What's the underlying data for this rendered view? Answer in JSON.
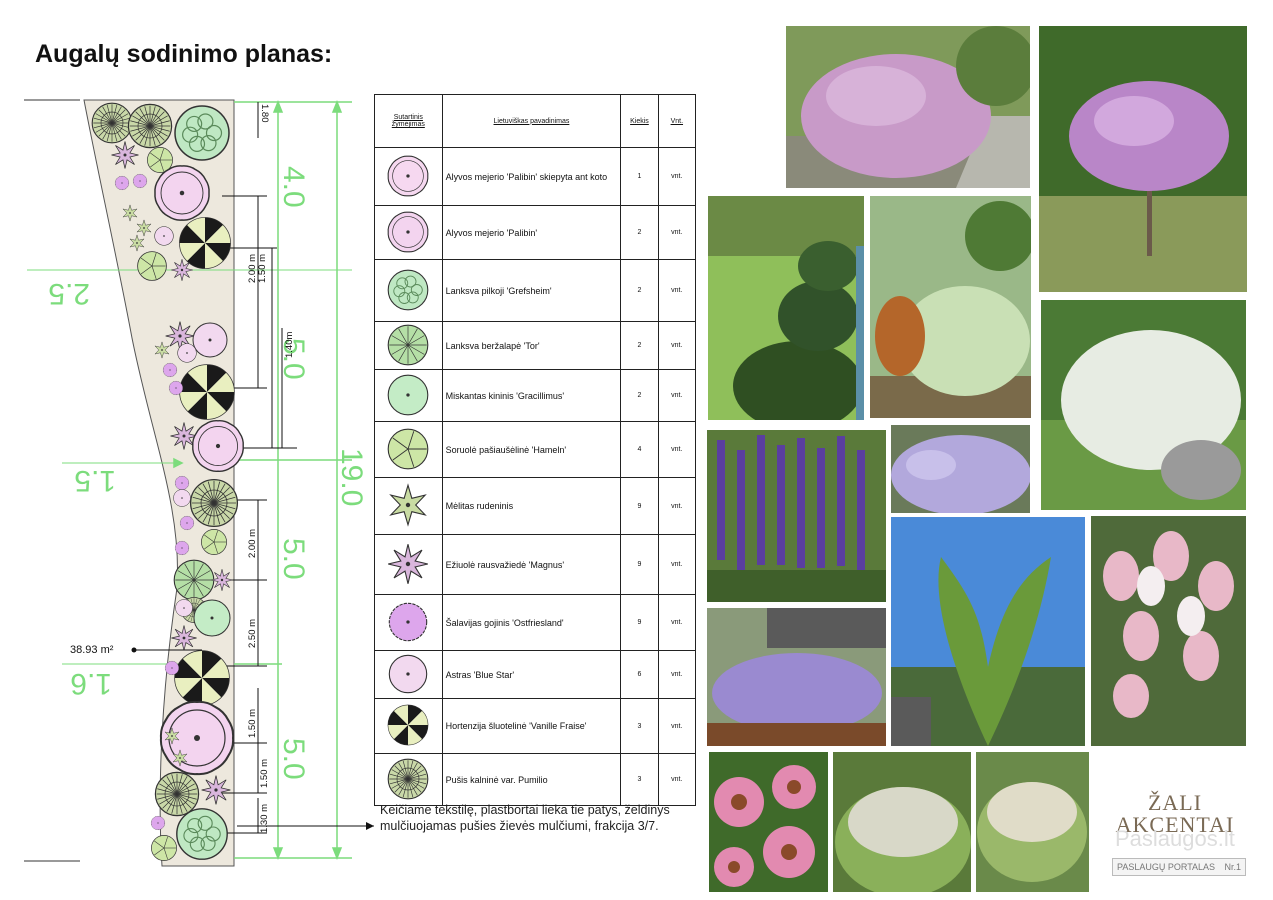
{
  "title": "Augalų sodinimo planas:",
  "plan": {
    "dims_vertical": [
      "4.0",
      "5.0",
      "5.0",
      "5.0",
      "19.0"
    ],
    "dims_horizontal": [
      "2.5",
      "1.5",
      "1.6"
    ],
    "small_dims": [
      "1.80",
      "2.00 m",
      "1.50 m",
      "1.40m",
      "2.00 m",
      "2.50 m",
      "1.50 m",
      "1.50 m",
      "1.30 m"
    ],
    "area": "38.93 m²"
  },
  "legend": {
    "headers": {
      "symbol": "Sutartinis žymėjimas",
      "name": "Lietuviškas pavadinimas",
      "qty": "Kiekis",
      "unit": "Vnt."
    },
    "rows": [
      {
        "name": "Alyvos mejerio 'Palibin' skiepyta ant koto",
        "qty": "1",
        "unit": "vnt.",
        "sym": "lilac-tree",
        "color": "#f6d8f0"
      },
      {
        "name": "Alyvos mejerio 'Palibin'",
        "qty": "2",
        "unit": "vnt.",
        "sym": "lilac",
        "color": "#f3d4ef"
      },
      {
        "name": "Lanksva pilkoji 'Grefsheim'",
        "qty": "2",
        "unit": "vnt.",
        "sym": "spiraea-grey",
        "color": "#bfe8c3"
      },
      {
        "name": "Lanksva beržalapė 'Tor'",
        "qty": "2",
        "unit": "vnt.",
        "sym": "spiraea-tor",
        "color": "#b5dfa6"
      },
      {
        "name": "Miskantas kininis 'Gracillimus'",
        "qty": "2",
        "unit": "vnt.",
        "sym": "miscanthus",
        "color": "#c4ecc6"
      },
      {
        "name": "Soruolė pašiaušėlinė 'Hameln'",
        "qty": "4",
        "unit": "vnt.",
        "sym": "pennisetum",
        "color": "#cde6a6"
      },
      {
        "name": "Mėlitas rudeninis",
        "qty": "9",
        "unit": "vnt.",
        "sym": "sesleria",
        "color": "#c9dca3"
      },
      {
        "name": "Ežiuolė rausvažiedė 'Magnus'",
        "qty": "9",
        "unit": "vnt.",
        "sym": "echinacea",
        "color": "#d9b6dc"
      },
      {
        "name": "Šalavijas gojinis 'Ostfriesland'",
        "qty": "9",
        "unit": "vnt.",
        "sym": "salvia",
        "color": "#dda6ec"
      },
      {
        "name": "Astras 'Blue Star'",
        "qty": "6",
        "unit": "vnt.",
        "sym": "aster",
        "color": "#f2d9ef"
      },
      {
        "name": "Hortenzija šluotelinė 'Vanille Fraise'",
        "qty": "3",
        "unit": "vnt.",
        "sym": "hydrangea",
        "color": "#e9efc0"
      },
      {
        "name": "Pušis kalninė var. Pumilio",
        "qty": "3",
        "unit": "vnt.",
        "sym": "pine",
        "color": "#c9d8a8"
      }
    ]
  },
  "note": "Keičiame tekstilę, plastbortai lieka tie patys, želdinys mulčiuojamas pušies žievės mulčiumi, frakcija 3/7.",
  "brand": {
    "line1": "ŽALI",
    "line2": "AKCENTAI"
  },
  "portal": {
    "left": "PASLAUGŲ PORTALAS",
    "right": "Nr.1"
  },
  "watermark": "Paslaugos.lt",
  "colors": {
    "dim": "#6fe06f",
    "bed": "#ede8dd",
    "purple": "#b35fd6",
    "dark_purple": "#4b2a4e"
  }
}
